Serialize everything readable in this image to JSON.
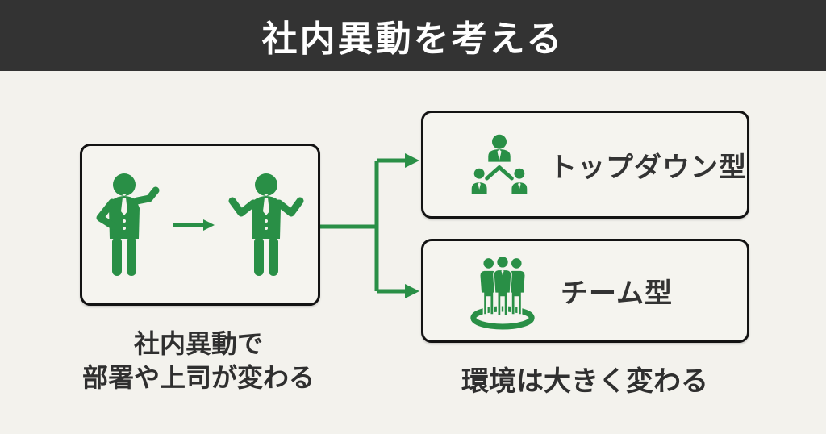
{
  "header": {
    "title": "社内異動を考える"
  },
  "left_box": {
    "caption_line1": "社内異動で",
    "caption_line2": "部署や上司が変わる",
    "icons": [
      "businessman-icon",
      "arrow-right-icon",
      "businessman-shrug-icon"
    ]
  },
  "right_boxes": [
    {
      "label": "トップダウン型",
      "icon": "org-hierarchy-icon"
    },
    {
      "label": "チーム型",
      "icon": "team-circle-icon"
    }
  ],
  "right_caption": "環境は大きく変わる",
  "colors": {
    "header_bg": "#333333",
    "background": "#f3f2ed",
    "accent_green": "#298f46",
    "box_border": "#131313",
    "text_dark": "#333333",
    "title_text": "#ffffff"
  }
}
